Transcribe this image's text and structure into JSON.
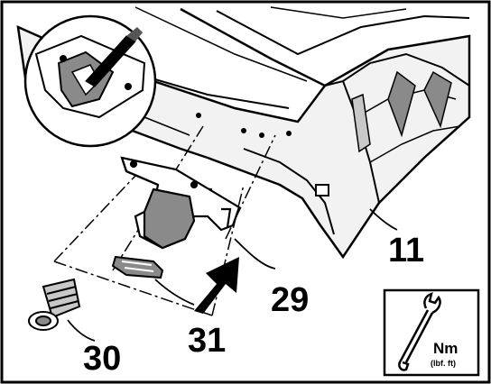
{
  "callouts": {
    "c11": "11",
    "c29": "29",
    "c30": "30",
    "c31": "31"
  },
  "torque_symbol": {
    "unit_line1": "Nm",
    "unit_line2": "(lbf. ft)",
    "icon": "wrench-icon"
  },
  "colors": {
    "ink": "#000000",
    "paper": "#ffffff",
    "shade": "#8a8a8a",
    "light_shade": "#c8c8c8"
  }
}
